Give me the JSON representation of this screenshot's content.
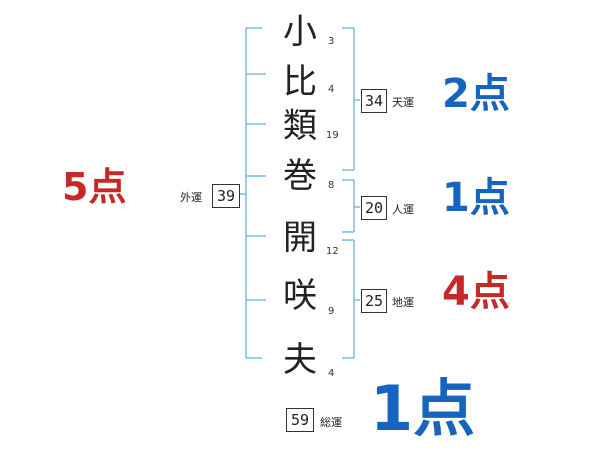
{
  "name_chars": [
    {
      "char": "小",
      "strokes": "3"
    },
    {
      "char": "比",
      "strokes": "4"
    },
    {
      "char": "類",
      "strokes": "19"
    },
    {
      "char": "巻",
      "strokes": "8"
    },
    {
      "char": "開",
      "strokes": "12"
    },
    {
      "char": "咲",
      "strokes": "9"
    },
    {
      "char": "夫",
      "strokes": "4"
    }
  ],
  "fortunes": {
    "tenun": {
      "value": "34",
      "label": "天運",
      "score": "2点",
      "color": "#1565c0"
    },
    "jinun": {
      "value": "20",
      "label": "人運",
      "score": "1点",
      "color": "#1565c0"
    },
    "chiun": {
      "value": "25",
      "label": "地運",
      "score": "4点",
      "color": "#c62828"
    },
    "gaiun": {
      "value": "39",
      "label": "外運",
      "score": "5点",
      "color": "#c62828"
    },
    "soun": {
      "value": "59",
      "label": "総運",
      "score": "1点",
      "color": "#1565c0"
    }
  },
  "colors": {
    "bracket": "#7bbde3",
    "text": "#222222"
  }
}
